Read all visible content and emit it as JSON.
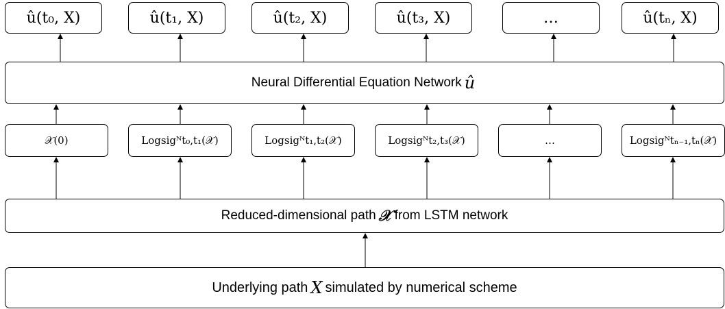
{
  "outputs": [
    "û(t₀, X)",
    "û(t₁, X)",
    "û(t₂, X)",
    "û(t₃, X)",
    "…",
    "û(tₙ, X)"
  ],
  "signatures": [
    "𝒳(0)",
    "Logsigᴺt₀,t₁(𝒳)",
    "Logsigᴺt₁,t₂(𝒳)",
    "Logsigᴺt₂,t₃(𝒳)",
    "…",
    "Logsigᴺtₙ₋₁,tₙ(𝒳)"
  ],
  "neural": {
    "pre": "Neural Differential Equation Network",
    "symbol": "û"
  },
  "reduced": {
    "pre": "Reduced-dimensional path",
    "symbol": "𝒳",
    "post": "from LSTM network"
  },
  "underlying": {
    "pre": "Underlying path",
    "symbol": "X",
    "post": "simulated by numerical scheme"
  }
}
